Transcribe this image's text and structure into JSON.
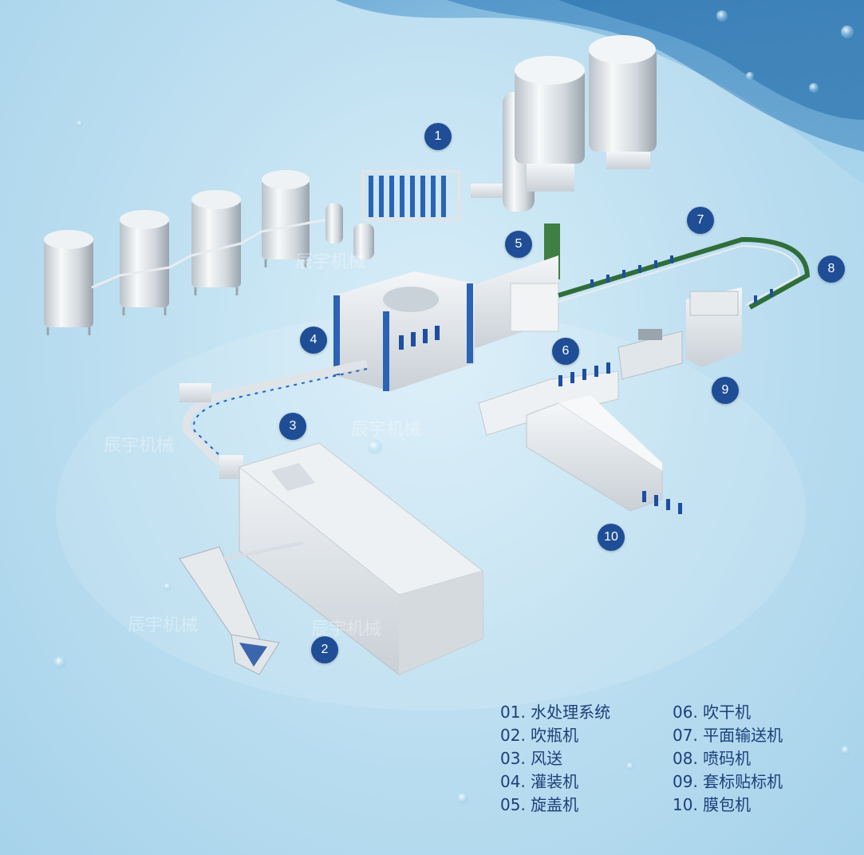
{
  "badges": [
    {
      "id": 1,
      "label": "1"
    },
    {
      "id": 2,
      "label": "2"
    },
    {
      "id": 3,
      "label": "3"
    },
    {
      "id": 4,
      "label": "4"
    },
    {
      "id": 5,
      "label": "5"
    },
    {
      "id": 6,
      "label": "6"
    },
    {
      "id": 7,
      "label": "7"
    },
    {
      "id": 8,
      "label": "8"
    },
    {
      "id": 9,
      "label": "9"
    },
    {
      "id": 10,
      "label": "10"
    }
  ],
  "legend": [
    "01. 水处理系统",
    "02. 吹瓶机",
    "03. 风送",
    "04. 灌装机",
    "05. 旋盖机",
    "06. 吹干机",
    "07. 平面输送机",
    "08. 喷码机",
    "09. 套标贴标机",
    "10. 膜包机"
  ],
  "watermark": "辰宇机械",
  "colors": {
    "badge": "#1f4e96",
    "legend_text": "#1c3f7a",
    "conveyor": "#2f6e3a",
    "bottles": "#1d4fa0",
    "steel": "#d7dde2"
  }
}
